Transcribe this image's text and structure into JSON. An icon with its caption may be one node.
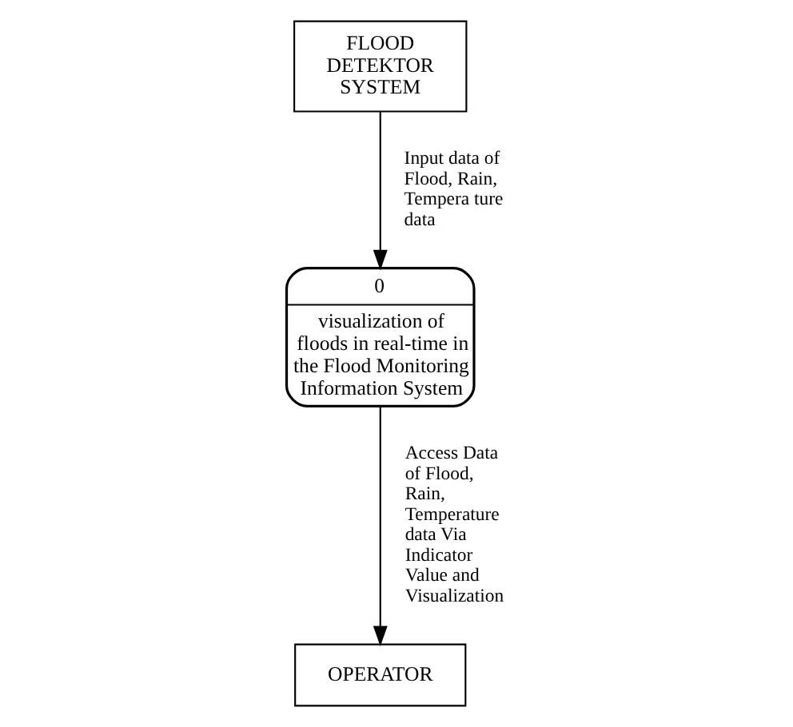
{
  "diagram": {
    "nodes": [
      {
        "text": [
          "FLOOD DETEKTOR SYSTEM"
        ]
      },
      {
        "text": [
          "0",
          "visualization of floods in real-time in the Flood Monitoring Information System"
        ]
      },
      {
        "text": [
          "OPERATOR"
        ]
      }
    ],
    "edges": [
      {
        "from": 0,
        "to": 1,
        "arrow": "to",
        "label": "Input data of Flood, Rain, Tempera ture data"
      },
      {
        "from": 1,
        "to": 2,
        "arrow": "to",
        "label": "Access Data of Flood, Rain, Temperature data Via Indicator Value and Visualization"
      }
    ]
  }
}
